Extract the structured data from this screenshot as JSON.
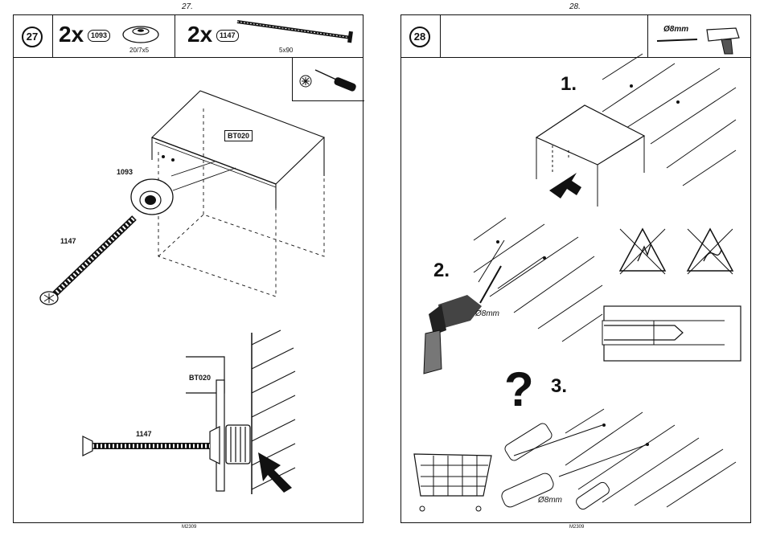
{
  "left_page": {
    "page_number": "27.",
    "step": "27",
    "parts": [
      {
        "qty": "2x",
        "code": "1093",
        "size": "20/7x5"
      },
      {
        "qty": "2x",
        "code": "1147",
        "size": "5x90"
      }
    ],
    "labels": {
      "panel_tag": "BT020",
      "washer": "1093",
      "screw": "1147",
      "detail_panel_tag": "BT020",
      "detail_screw": "1147"
    },
    "footer": "M2309"
  },
  "right_page": {
    "page_number": "28.",
    "step": "28",
    "tool_size": "Ø8mm",
    "steps": {
      "s1": "1.",
      "s2": "2.",
      "s3": "3."
    },
    "drill_size": "Ø8mm",
    "plug_size": "Ø8mm",
    "question": "?",
    "footer": "M2309"
  },
  "icons": [
    "screwdriver-icon",
    "drill-icon",
    "cable-warning-icon",
    "pipe-warning-icon",
    "shopping-cart-icon",
    "arrow-icon"
  ]
}
